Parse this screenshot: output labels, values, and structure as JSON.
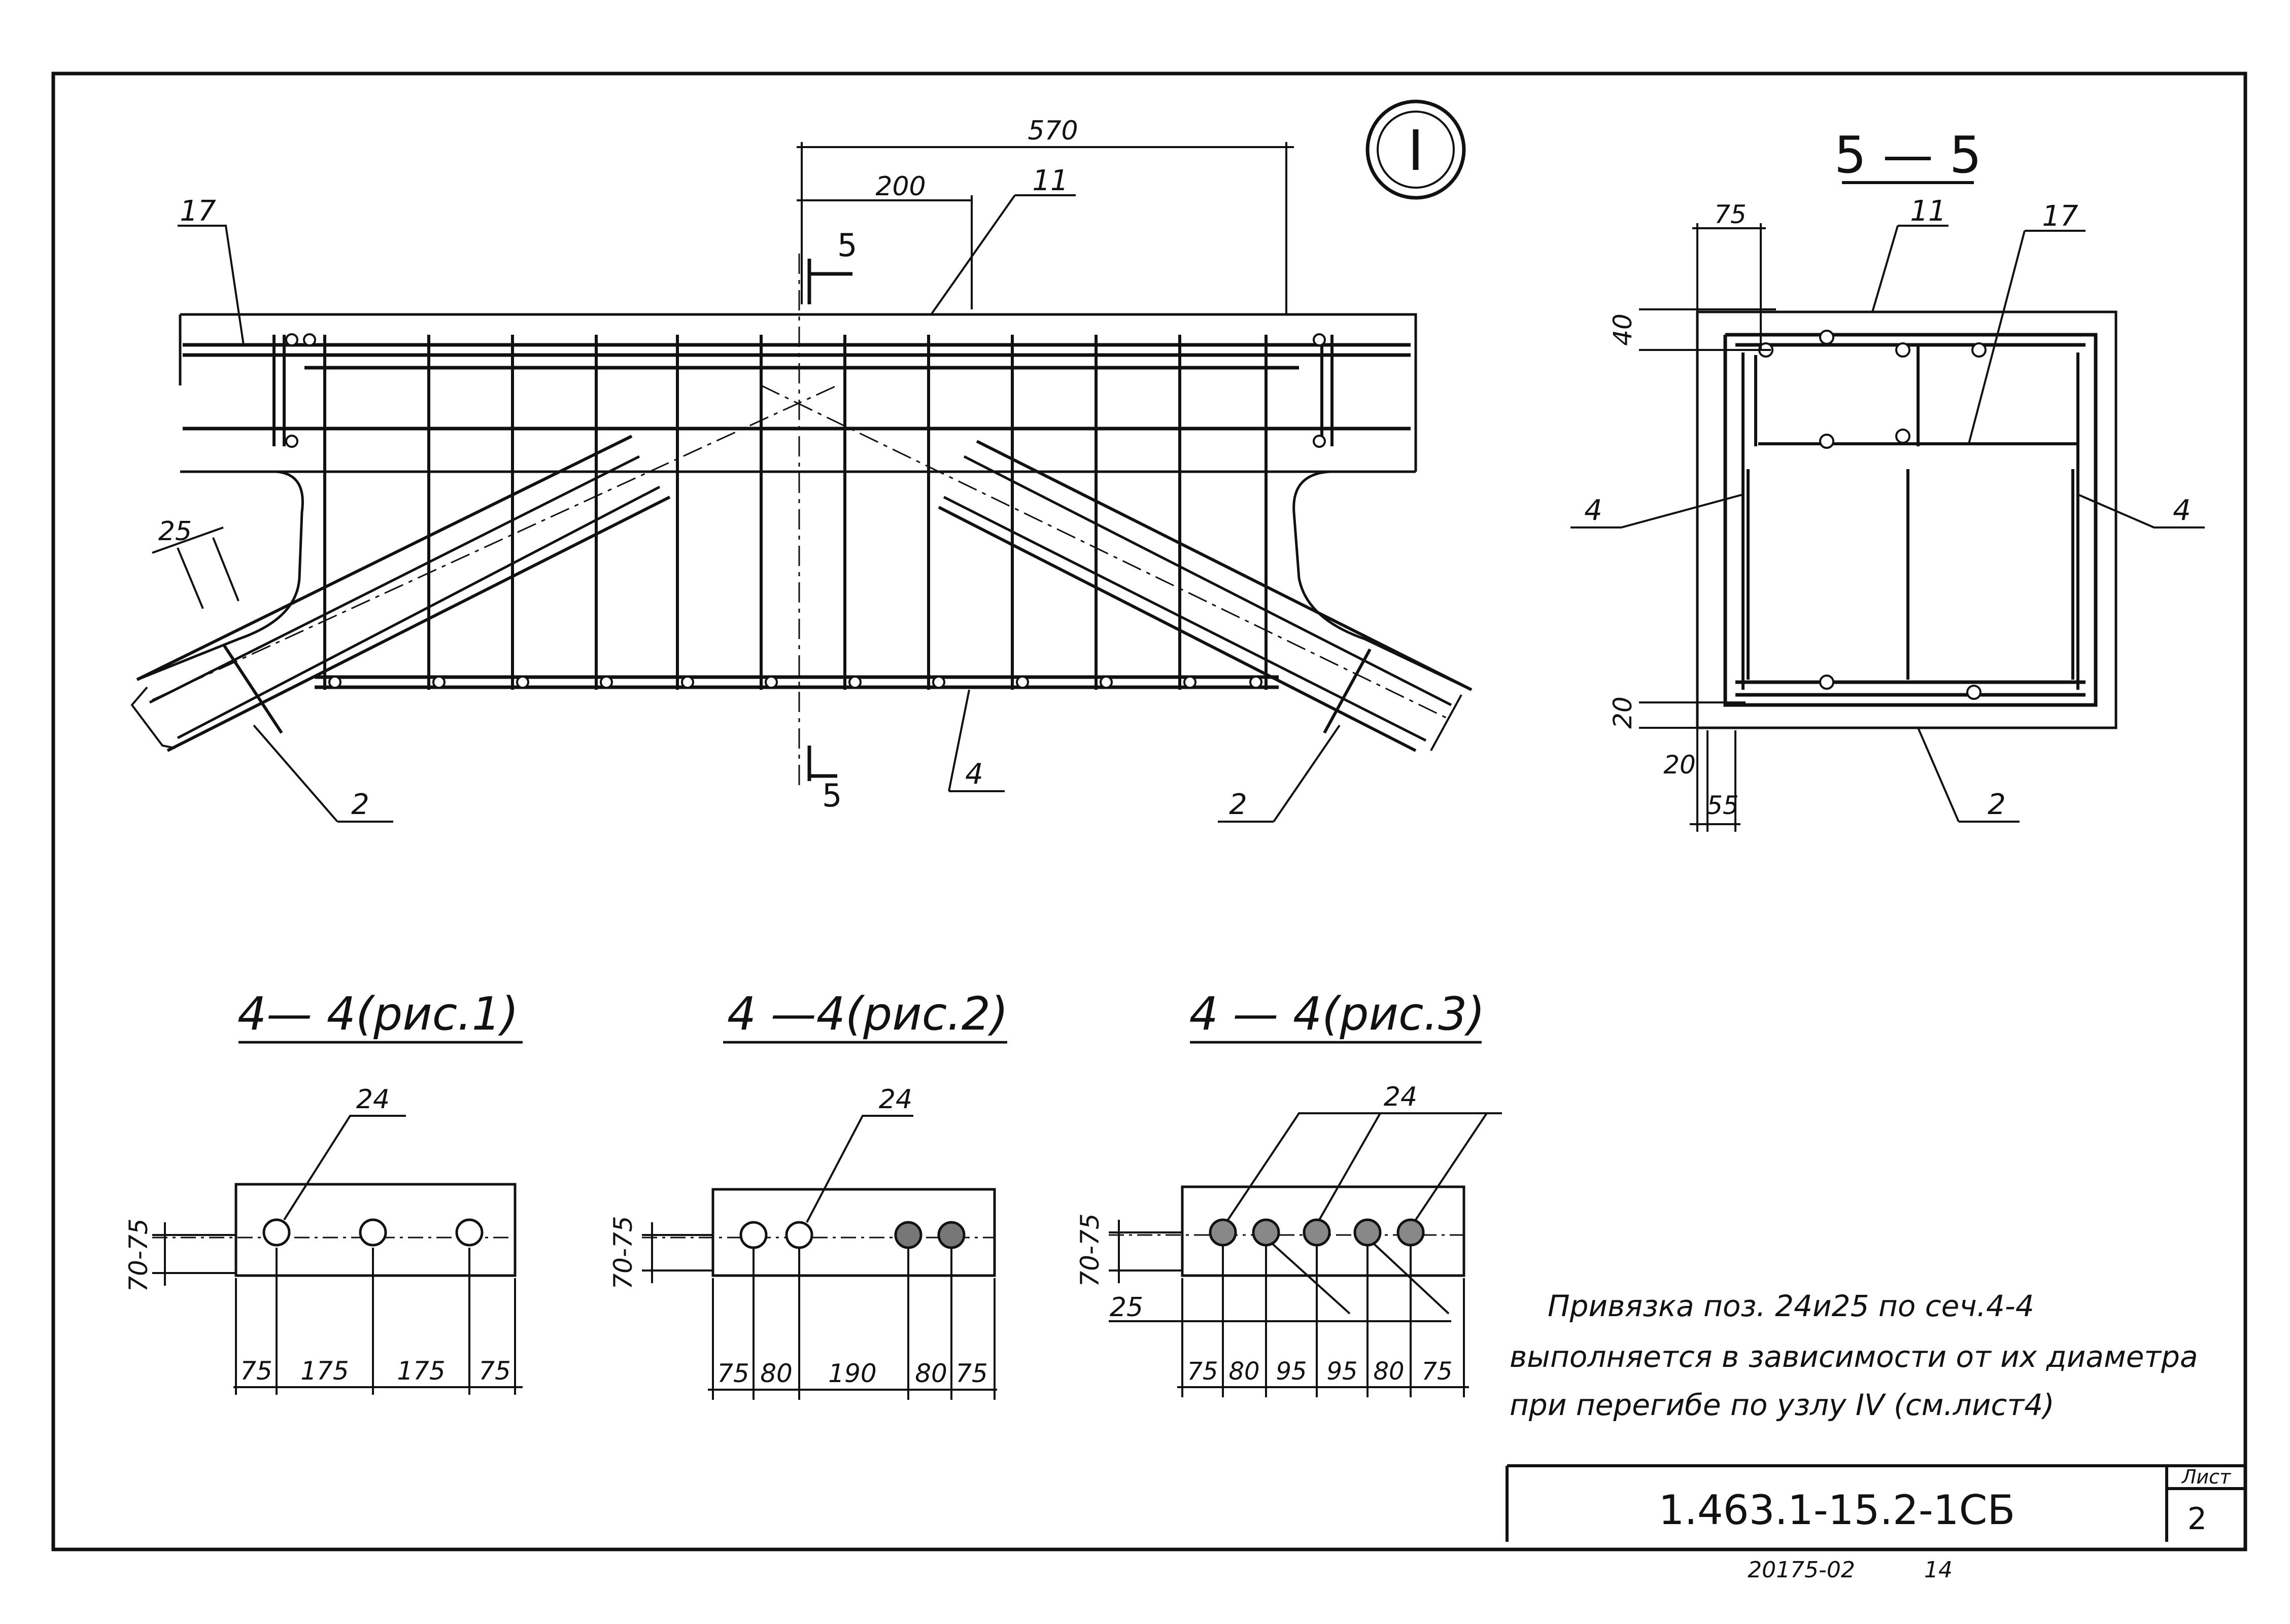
{
  "detail": {
    "marker": "I"
  },
  "dims_top": {
    "d570": "570",
    "d200": "200",
    "d25": "25"
  },
  "sec_marks": {
    "top": "5",
    "bottom": "5"
  },
  "labels": {
    "p17": "17",
    "p11": "11",
    "p4": "4",
    "p2_left": "2",
    "p2_right": "2"
  },
  "section55": {
    "title": "5 — 5",
    "dims": {
      "d75": "75",
      "d40": "40",
      "d20a": "20",
      "d20b": "20",
      "d55": "55"
    },
    "labels": {
      "p11": "11",
      "p17": "17",
      "p4_left": "4",
      "p4_right": "4",
      "p2": "2"
    }
  },
  "sections44": [
    {
      "title": "4— 4(рис.1)",
      "label": "24",
      "height_dim": "70-75",
      "dims": [
        "75",
        "175",
        "175",
        "75"
      ]
    },
    {
      "title": "4 —4(рис.2)",
      "label": "24",
      "height_dim": "70-75",
      "dims": [
        "75",
        "80",
        "190",
        "80",
        "75"
      ]
    },
    {
      "title": "4 — 4(рис.3)",
      "label": "24",
      "height_dim": "70-75",
      "extra_dim": "25",
      "dims": [
        "75",
        "80",
        "95",
        "95",
        "80",
        "75"
      ]
    }
  ],
  "note": {
    "line1": "Привязка поз. 24и25 по сеч.4-4",
    "line2": "выполняется в зависимости от их диаметра",
    "line3": "при перегибе по узлу IV (см.лист4)"
  },
  "stamp": {
    "code": "1.463.1-15.2-1СБ",
    "sheet_label": "Лист",
    "sheet_number": "2"
  },
  "footer": {
    "archive": "20175-02",
    "page": "14"
  }
}
